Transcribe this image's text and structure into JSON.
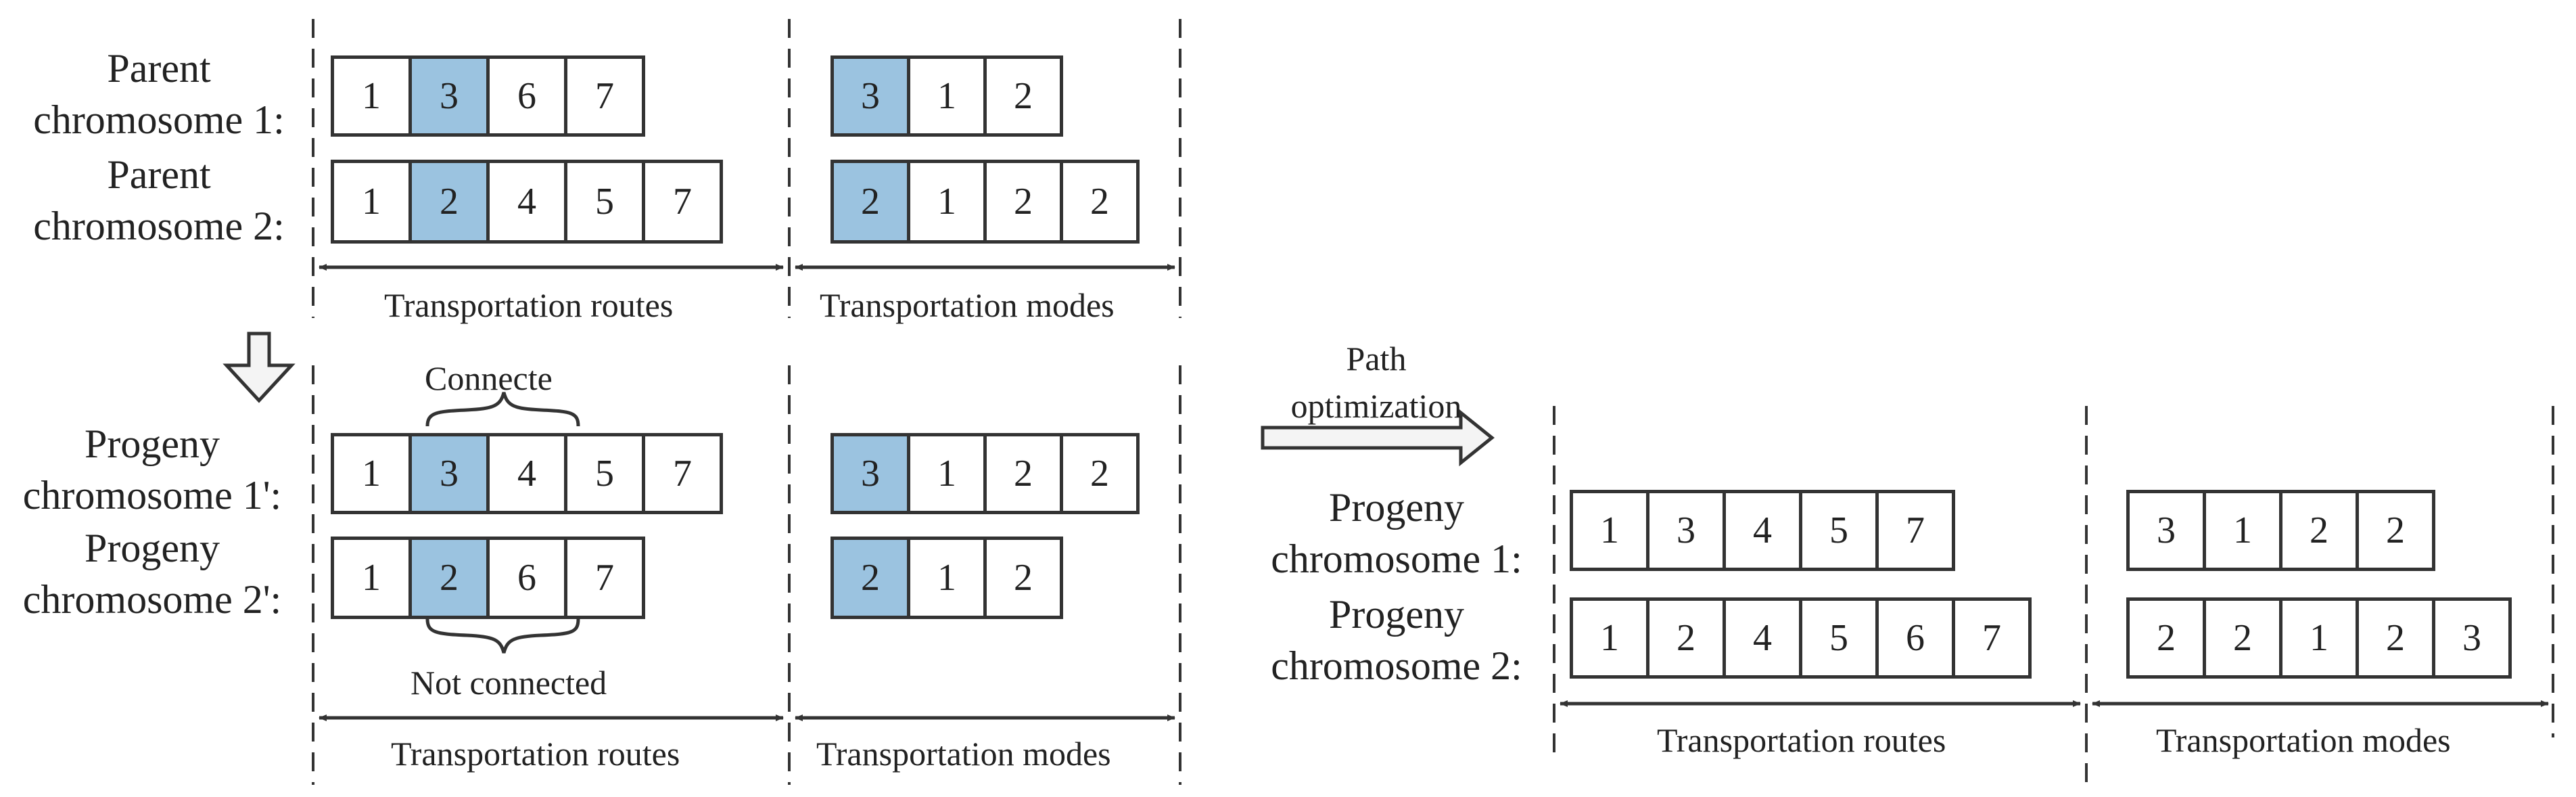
{
  "colors": {
    "highlight": "#9bc3e0",
    "stroke": "#333333"
  },
  "labels": {
    "parent1": "Parent\nchromosome 1:",
    "parent2": "Parent\nchromosome 2:",
    "progeny1p": "Progeny\nchromosome 1':",
    "progeny2p": "Progeny\nchromosome 2':",
    "progeny1": "Progeny\nchromosome 1:",
    "progeny2": "Progeny\nchromosome 2:"
  },
  "annotations": {
    "connected": "Connecte",
    "not_connected": "Not connected",
    "path_optimization": "Path\noptimization"
  },
  "axes": {
    "routes": "Transportation routes",
    "modes": "Transportation modes"
  },
  "chromosomes": {
    "parent1_routes": [
      "1",
      "3",
      "6",
      "7"
    ],
    "parent1_modes": [
      "3",
      "1",
      "2"
    ],
    "parent2_routes": [
      "1",
      "2",
      "4",
      "5",
      "7"
    ],
    "parent2_modes": [
      "2",
      "1",
      "2",
      "2"
    ],
    "progeny1p_routes": [
      "1",
      "3",
      "4",
      "5",
      "7"
    ],
    "progeny1p_modes": [
      "3",
      "1",
      "2",
      "2"
    ],
    "progeny2p_routes": [
      "1",
      "2",
      "6",
      "7"
    ],
    "progeny2p_modes": [
      "2",
      "1",
      "2"
    ],
    "progeny1_routes": [
      "1",
      "3",
      "4",
      "5",
      "7"
    ],
    "progeny1_modes": [
      "3",
      "1",
      "2",
      "2"
    ],
    "progeny2_routes": [
      "1",
      "2",
      "4",
      "5",
      "6",
      "7"
    ],
    "progeny2_modes": [
      "2",
      "2",
      "1",
      "2",
      "3"
    ]
  }
}
